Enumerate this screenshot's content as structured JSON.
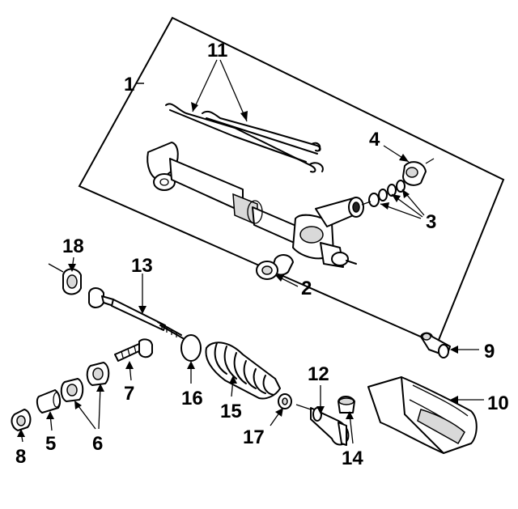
{
  "callouts": {
    "c1": "1",
    "c2": "2",
    "c3": "3",
    "c4": "4",
    "c5": "5",
    "c6": "6",
    "c7": "7",
    "c8": "8",
    "c9": "9",
    "c10": "10",
    "c11": "11",
    "c12": "12",
    "c13": "13",
    "c14": "14",
    "c15": "15",
    "c16": "16",
    "c17": "17",
    "c18": "18"
  },
  "icons": [
    "rack-and-pinion-gear-assembly",
    "transfer-lines",
    "mount-bushing",
    "seal-kit",
    "input-shaft-seal",
    "tie-rod-end",
    "inner-tie-rod",
    "boot",
    "boot-clamp",
    "heat-shield",
    "sensor",
    "jam-nut",
    "bushing",
    "clamp"
  ]
}
